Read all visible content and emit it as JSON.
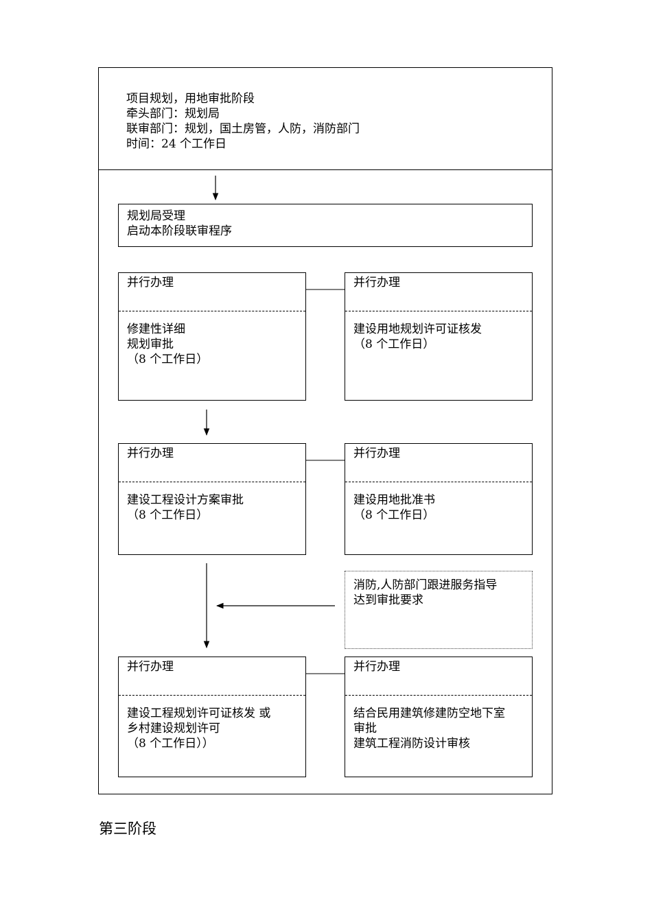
{
  "header": {
    "lines": [
      "项目规划，用地审批阶段",
      "牵头部门：规划局",
      "联审部门：规划，国土房管，人防，消防部门",
      "时间：24 个工作日"
    ]
  },
  "start_box": {
    "lines": [
      "规划局受理",
      "启动本阶段联审程序"
    ]
  },
  "row1": {
    "left": {
      "title": "并行办理",
      "lines": [
        "修建性详细",
        "规划审批",
        "（8 个工作日）"
      ]
    },
    "right": {
      "title": "并行办理",
      "lines": [
        "建设用地规划许可证核发",
        "（8 个工作日）"
      ]
    }
  },
  "row2": {
    "left": {
      "title": "并行办理",
      "lines": [
        "建设工程设计方案审批",
        "（8 个工作日）"
      ]
    },
    "right": {
      "title": "并行办理",
      "lines": [
        "建设用地批准书",
        "（8 个工作日）"
      ]
    }
  },
  "guidance_box": {
    "lines": [
      "消防,人防部门跟进服务指导",
      "达到审批要求"
    ]
  },
  "row3": {
    "left": {
      "title": "并行办理",
      "lines": [
        "建设工程规划许可证核发  或",
        "乡村建设规划许可",
        "（8 个工作日））"
      ]
    },
    "right": {
      "title": "并行办理",
      "lines": [
        "结合民用建筑修建防空地下室",
        "审批",
        "建筑工程消防设计审核"
      ]
    }
  },
  "footer": {
    "text": "第三阶段"
  }
}
